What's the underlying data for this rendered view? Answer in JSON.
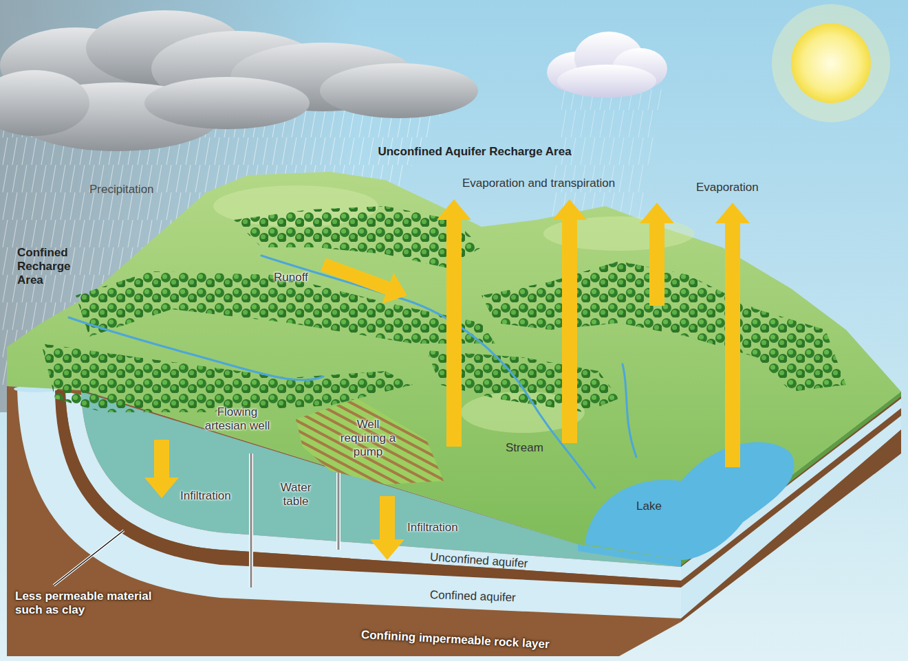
{
  "diagram": {
    "labels": [
      "Unconfined Aquifer Recharge Area",
      "Precipitation",
      "Evaporation and transpiration",
      "Evaporation",
      "Confined Recharge Area",
      "Runoff",
      "Flowing artesian well",
      "Well requiring a pump",
      "Stream",
      "Water table",
      "Infiltration",
      "Lake",
      "Infiltration",
      "Unconfined aquifer",
      "Confined aquifer",
      "Less permeable material such as clay",
      "Confining impermeable rock layer"
    ]
  }
}
